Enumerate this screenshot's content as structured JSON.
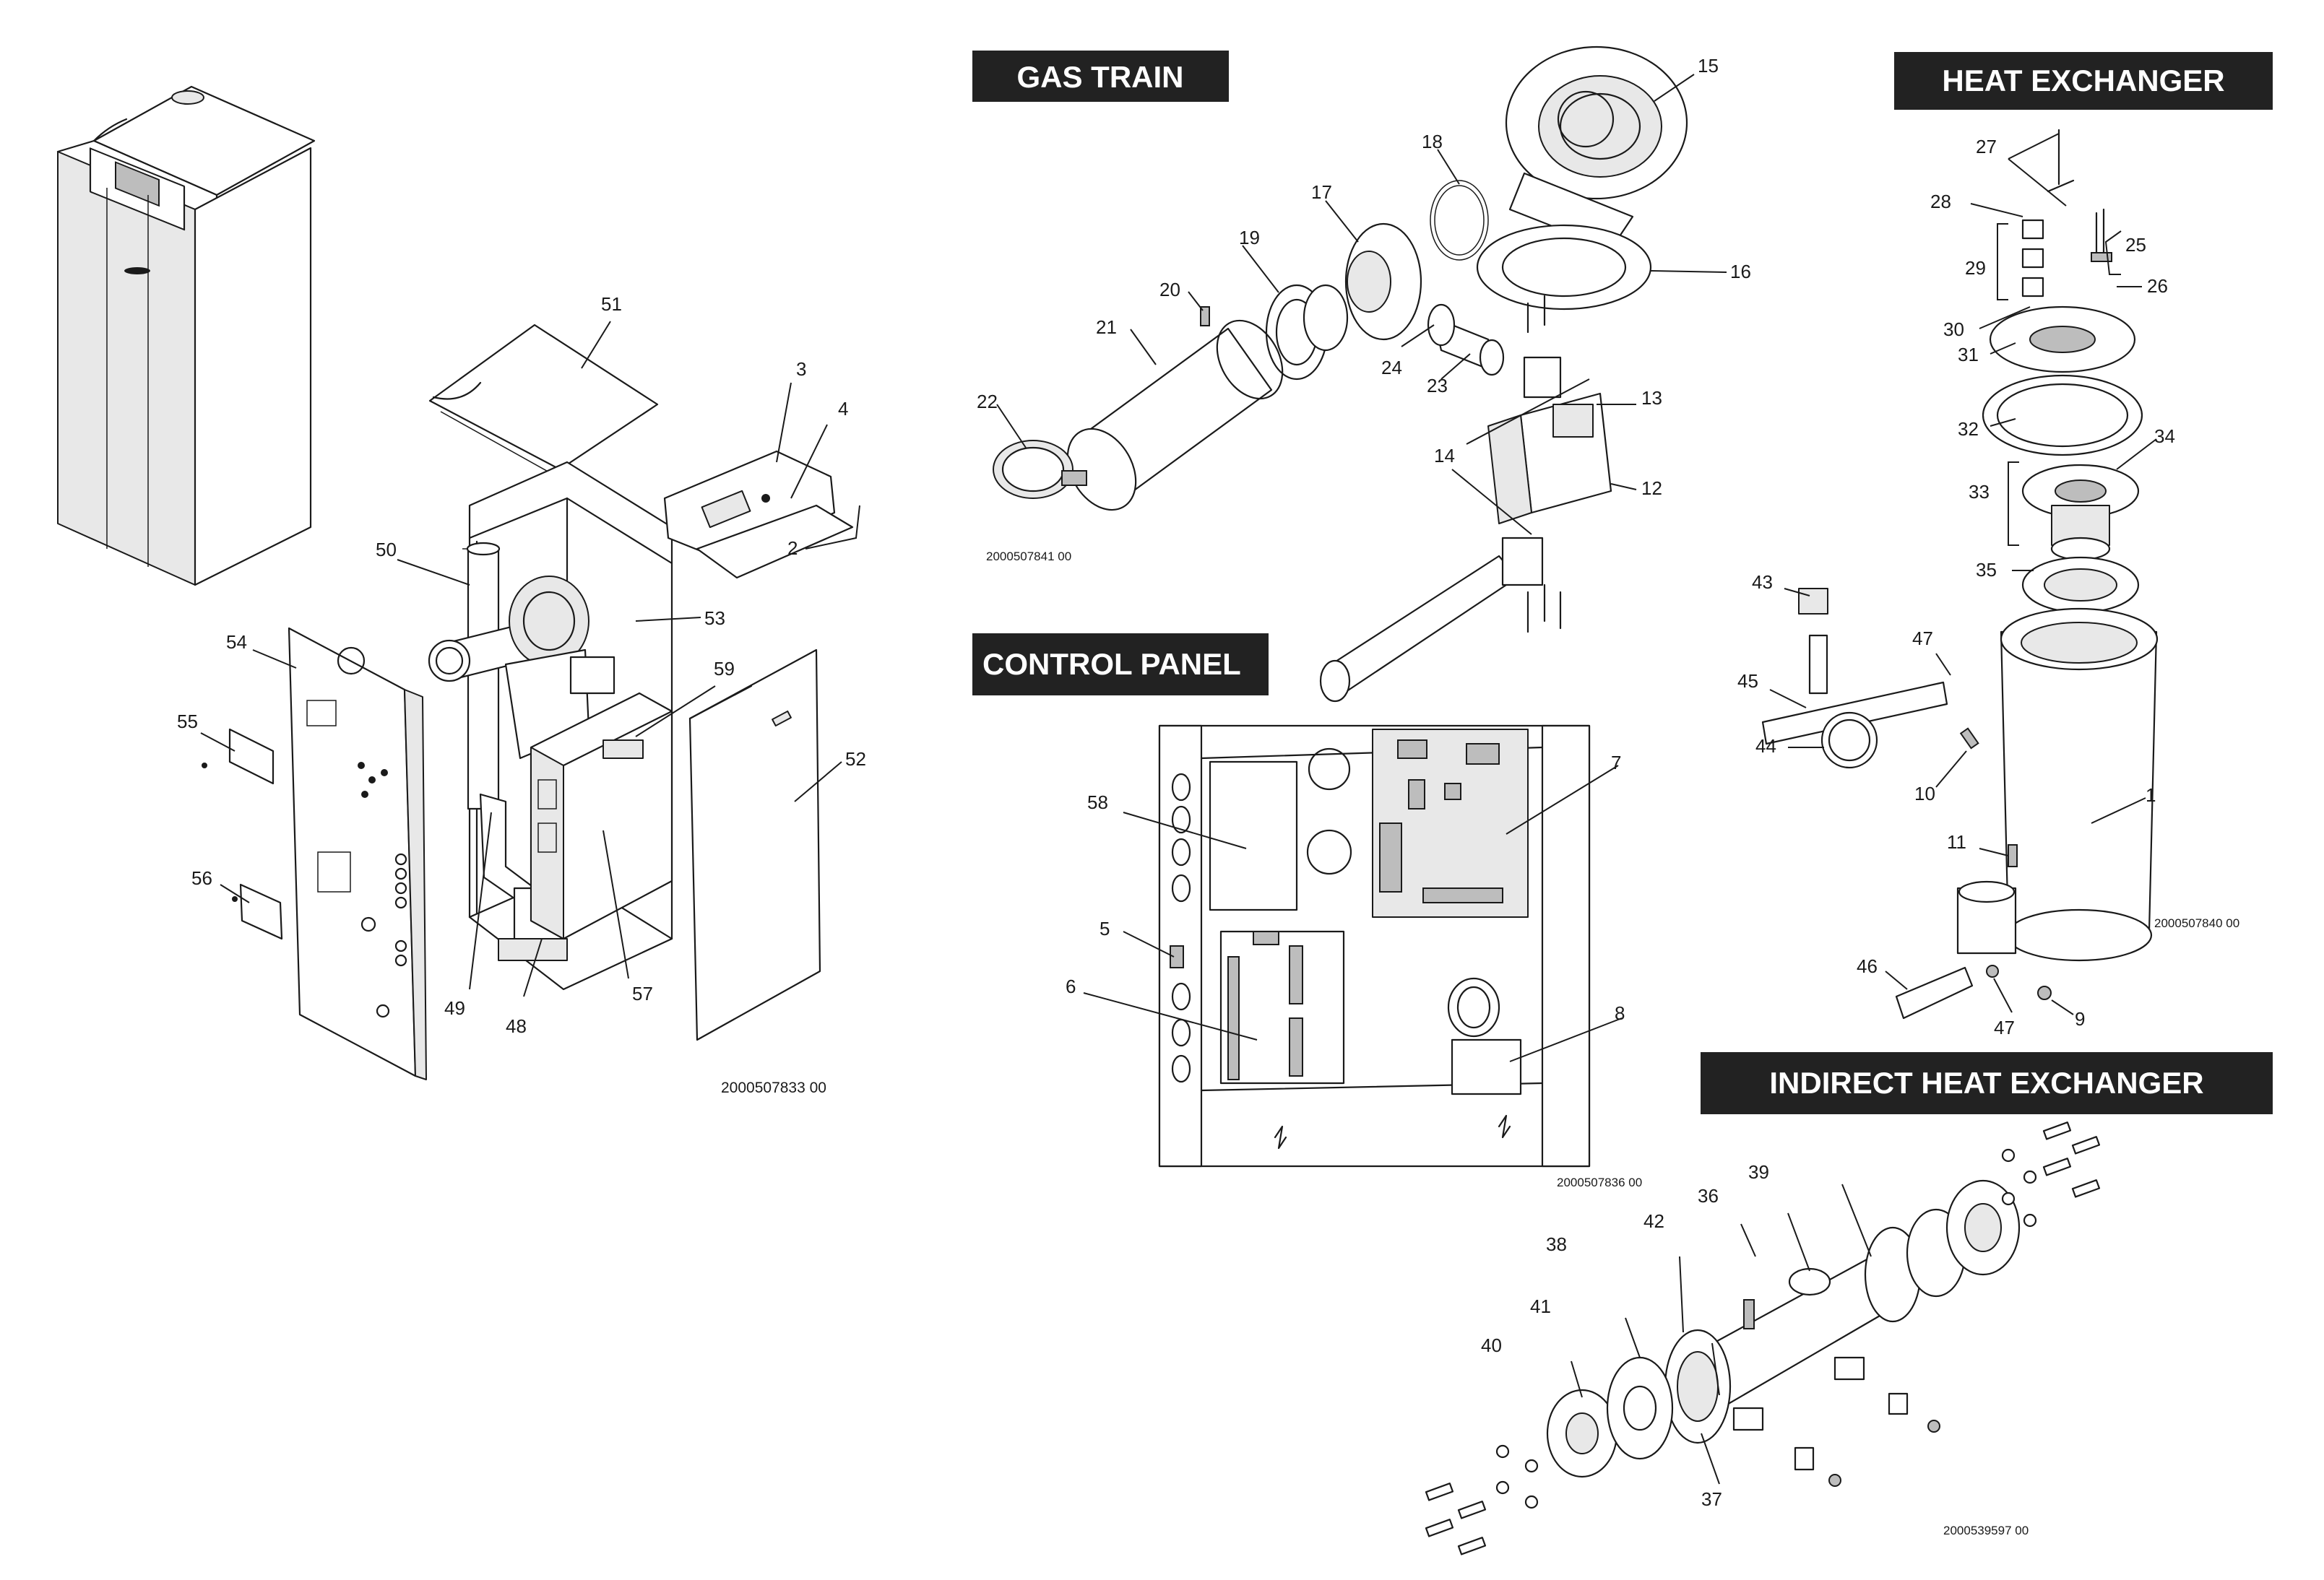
{
  "sections": {
    "gas_train": "GAS TRAIN",
    "heat_exchanger": "HEAT EXCHANGER",
    "control_panel": "CONTROL PANEL",
    "indirect_heat_exchanger": "INDIRECT HEAT EXCHANGER"
  },
  "drawing_numbers": {
    "cabinet": "2000507833   00",
    "gas_train": "2000507841   00",
    "heat_exchanger": "2000507840   00",
    "control_panel": "2000507836   00",
    "indirect": "2000539597   00"
  },
  "callouts": {
    "c1": "1",
    "c2": "2",
    "c3": "3",
    "c4": "4",
    "c5": "5",
    "c6": "6",
    "c7": "7",
    "c8": "8",
    "c9": "9",
    "c10": "10",
    "c11": "11",
    "c12": "12",
    "c13": "13",
    "c14": "14",
    "c15": "15",
    "c16": "16",
    "c17": "17",
    "c18": "18",
    "c19": "19",
    "c20": "20",
    "c21": "21",
    "c22": "22",
    "c23": "23",
    "c24": "24",
    "c25": "25",
    "c26": "26",
    "c27": "27",
    "c28": "28",
    "c29": "29",
    "c30": "30",
    "c31": "31",
    "c32": "32",
    "c33": "33",
    "c34": "34",
    "c35": "35",
    "c36": "36",
    "c37": "37",
    "c38": "38",
    "c39": "39",
    "c40": "40",
    "c41": "41",
    "c42": "42",
    "c43": "43",
    "c44": "44",
    "c45": "45",
    "c46": "46",
    "c47": "47",
    "c48": "48",
    "c49": "49",
    "c50": "50",
    "c51": "51",
    "c52": "52",
    "c53": "53",
    "c54": "54",
    "c55": "55",
    "c56": "56",
    "c57": "57",
    "c58": "58",
    "c59": "59"
  }
}
